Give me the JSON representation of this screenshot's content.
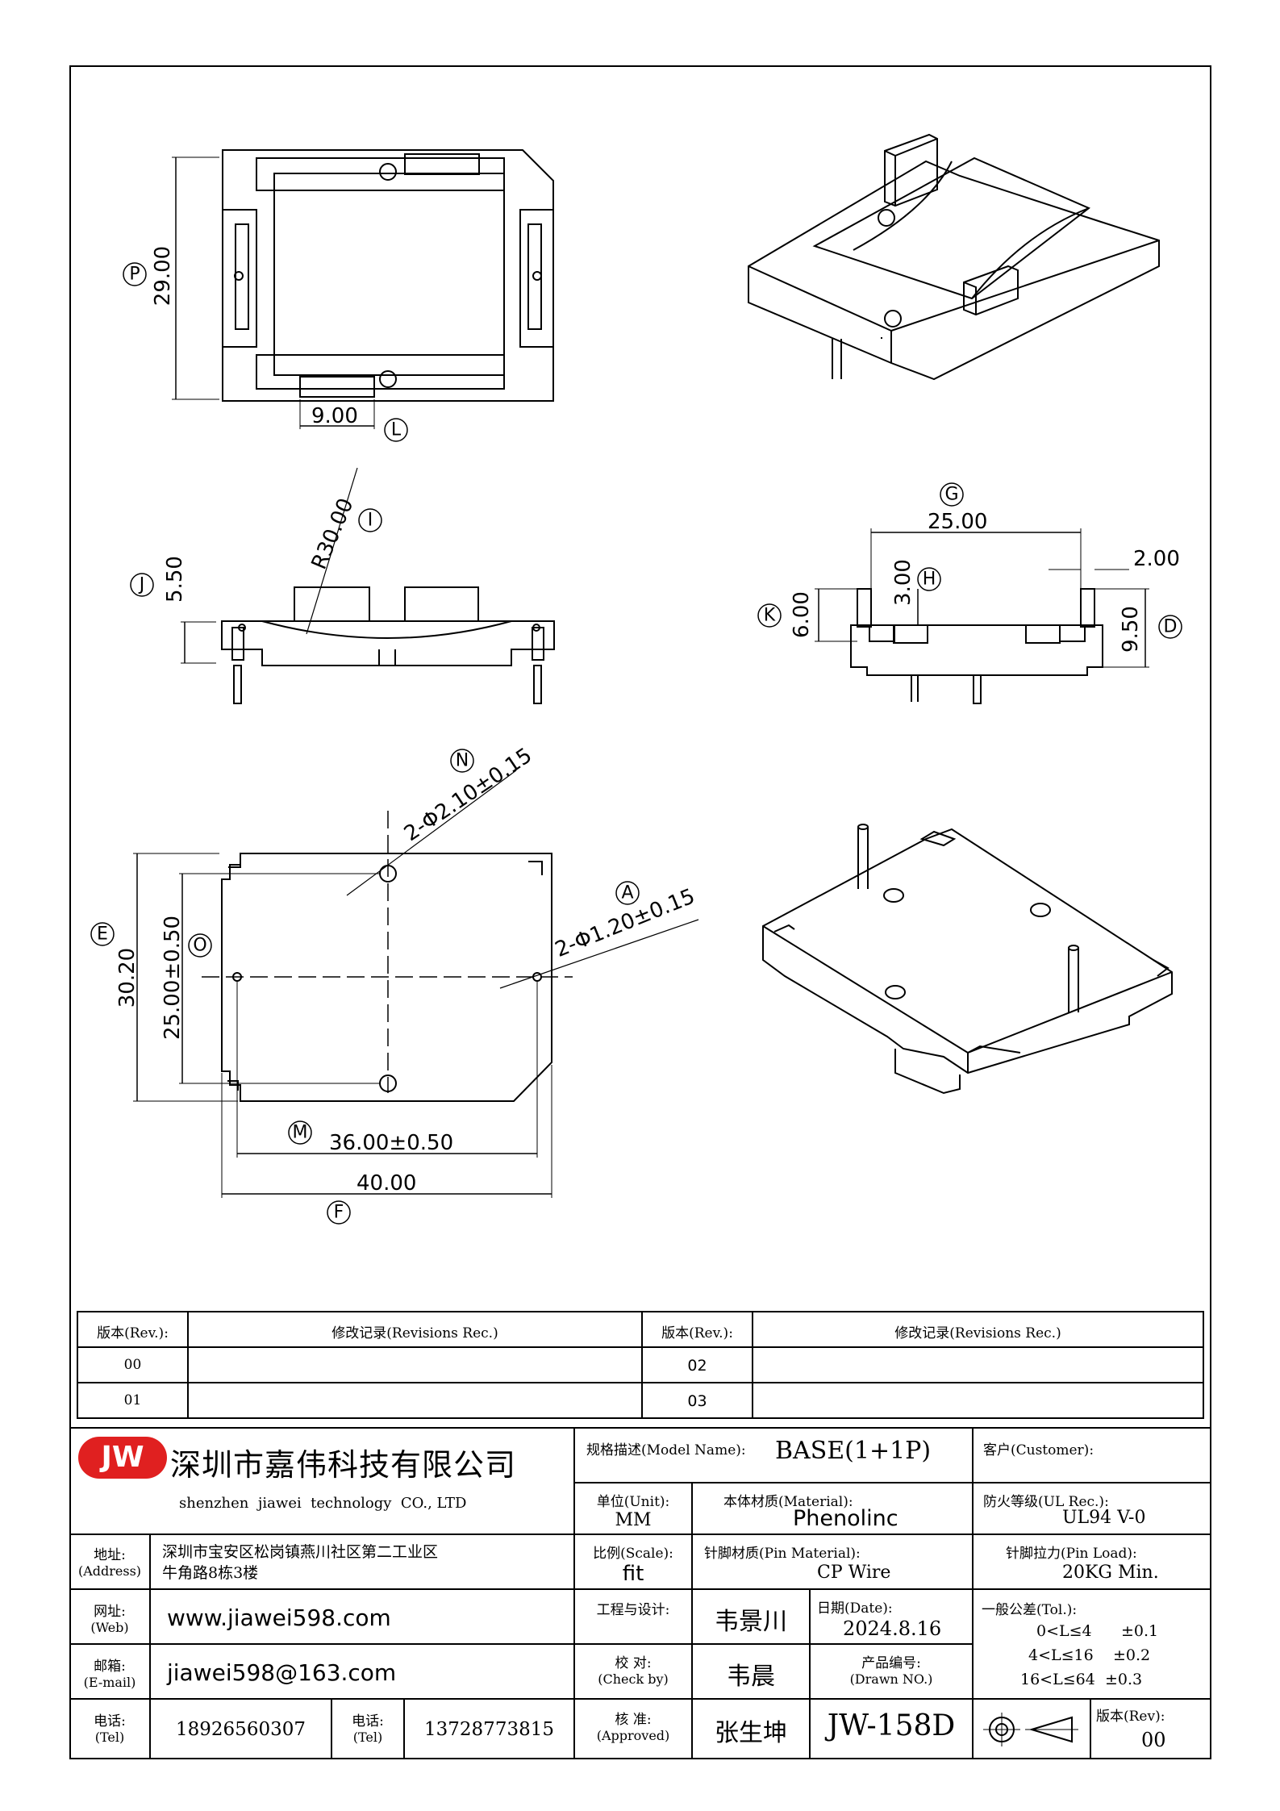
{
  "dimensions": {
    "top": {
      "height": "29.00",
      "slot": "9.00",
      "bubble_p": "P",
      "bubble_l": "L"
    },
    "side": {
      "radius": "R30.00",
      "height": "5.50",
      "bubble_i": "I",
      "bubble_j": "J"
    },
    "end": {
      "width": "25.00",
      "pin_w": "2.00",
      "h1": "3.00",
      "h2": "6.00",
      "h3": "9.50",
      "bubble_g": "G",
      "bubble_h": "H",
      "bubble_k": "K",
      "bubble_d": "D"
    },
    "bottom": {
      "hole_big": "2-Φ2.10±0.15",
      "hole_small": "2-Φ1.20±0.15",
      "outer_h": "30.20",
      "pitch_v": "25.00±0.50",
      "pitch_h": "36.00±0.50",
      "width": "40.00",
      "bubble_n": "N",
      "bubble_a": "A",
      "bubble_e": "E",
      "bubble_o": "O",
      "bubble_m": "M",
      "bubble_f": "F"
    }
  },
  "revisions": {
    "rev_header": "版本(Rev.):",
    "rec_header": "修改记录(Revisions Rec.)",
    "left_revs": [
      "00",
      "01"
    ],
    "right_revs": [
      "02",
      "03"
    ]
  },
  "company": {
    "logo": "JW",
    "name_cn": "深圳市嘉伟科技有限公司",
    "name_en": "shenzhen  jiawei  technology  CO., LTD",
    "logo_color": "#e02020"
  },
  "contact": {
    "address_label": "地址:",
    "address_label_en": "(Address)",
    "address_line1": "深圳市宝安区松岗镇燕川社区第二工业区",
    "address_line2": "牛角路8栋3楼",
    "web_label": "网址:",
    "web_label_en": "(Web)",
    "web": "www.jiawei598.com",
    "email_label": "邮箱:",
    "email_label_en": "(E-mail)",
    "email": "jiawei598@163.com",
    "tel_label": "电话:",
    "tel_label_en": "(Tel)",
    "tel1": "18926560307",
    "tel2": "13728773815"
  },
  "spec": {
    "model_label": "规格描述(Model Name):",
    "model": "BASE(1+1P)",
    "customer_label": "客户(Customer):",
    "unit_label": "单位(Unit):",
    "unit": "MM",
    "material_label": "本体材质(Material):",
    "material": "Phenolinc",
    "ul_label": "防火等级(UL Rec.):",
    "ul": "UL94 V-0",
    "scale_label": "比例(Scale):",
    "scale": "fit",
    "pin_material_label": "针脚材质(Pin Material):",
    "pin_material": "CP Wire",
    "pin_load_label": "针脚拉力(Pin Load):",
    "pin_load": "20KG Min.",
    "design_label": "工程与设计:",
    "designer": "韦景川",
    "date_label": "日期(Date):",
    "date": "2024.8.16",
    "tol_label": "一般公差(Tol.):",
    "tol1_range": "0<L≤4",
    "tol1": "±0.1",
    "tol2_range": "4<L≤16",
    "tol2": "±0.2",
    "tol3_range": "16<L≤64",
    "tol3": "±0.3",
    "check_label": "校  对:",
    "check_label_en": "(Check by)",
    "checker": "韦晨",
    "drawn_label": "产品编号:",
    "drawn_label_en": "(Drawn NO.)",
    "approve_label": "核  准:",
    "approve_label_en": "(Approved)",
    "approver": "张生坤",
    "drawing_no": "JW-158D",
    "rev_label": "版本(Rev):",
    "rev": "00"
  }
}
